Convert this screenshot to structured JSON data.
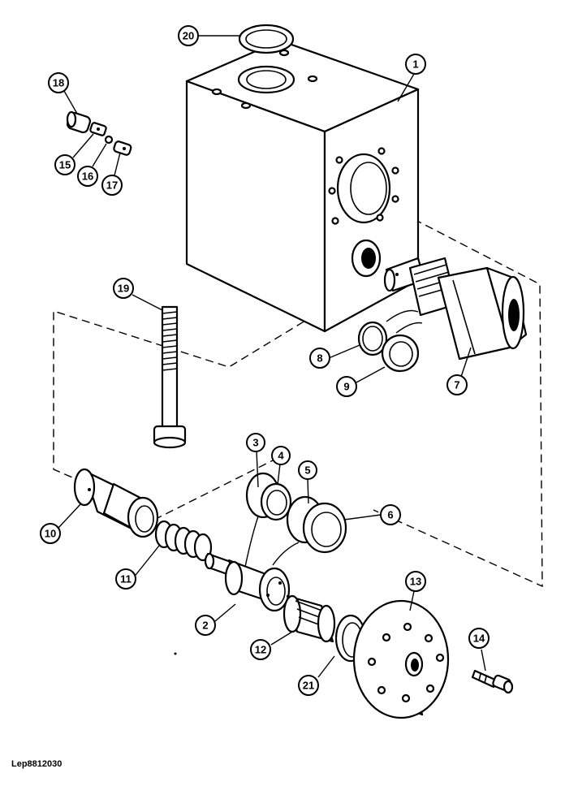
{
  "reference_code": "Lep8812030",
  "callouts": {
    "c1": "1",
    "c2": "2",
    "c3": "3",
    "c4": "4",
    "c5": "5",
    "c6": "6",
    "c7": "7",
    "c8": "8",
    "c9": "9",
    "c10": "10",
    "c11": "11",
    "c12": "12",
    "c13": "13",
    "c14": "14",
    "c15": "15",
    "c16": "16",
    "c17": "17",
    "c18": "18",
    "c19": "19",
    "c20": "20",
    "c21": "21"
  }
}
